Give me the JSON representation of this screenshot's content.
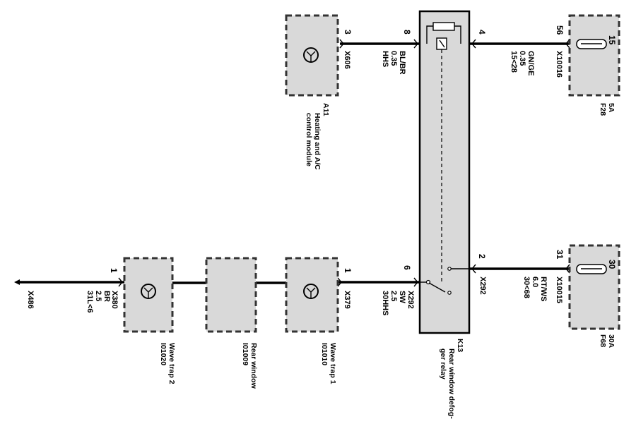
{
  "relay": {
    "id": "K13",
    "name_line1": "Rear window defog-",
    "name_line2": "ger relay",
    "pin_top_left": "8",
    "pin_top_right": "4",
    "pin_bot_left": "6",
    "pin_bot_right": "2"
  },
  "top_circuit": {
    "module_id": "A11",
    "module_line1": "Heating and A/C",
    "module_line2": "control module",
    "module_pin": "3",
    "module_connector": "X606",
    "wire_left": [
      "HHS",
      "0.35",
      "BL/BR"
    ],
    "wire_right": [
      "15<28",
      "0.35",
      "GN/GE"
    ],
    "fuse_connector": "X10016",
    "fuse_pin_outer": "56",
    "fuse_pin_inner": "15",
    "fuse_id": "F28",
    "fuse_rating": "5A"
  },
  "bottom_circuit": {
    "ground_connector": "X486",
    "wire_ground": [
      "31L<6",
      "2.5",
      "BR"
    ],
    "trap2_pin": "1",
    "trap2_connector": "X380",
    "trap2_id": "I01020",
    "trap2_name": "Wave trap 2",
    "window_id": "I01009",
    "window_name": "Rear window",
    "trap1_pin": "1",
    "trap1_connector": "X379",
    "trap1_id": "I01010",
    "trap1_name": "Wave trap 1",
    "wire_relay": [
      "30HHS",
      "2.5",
      "SW"
    ],
    "relay_connector_left": "X292",
    "relay_connector_right": "X292",
    "wire_fuse": [
      "30<68",
      "6.0",
      "RT/WS"
    ],
    "fuse_connector": "X10015",
    "fuse_pin_outer": "31",
    "fuse_pin_inner": "30",
    "fuse_id": "F68",
    "fuse_rating": "30A"
  }
}
